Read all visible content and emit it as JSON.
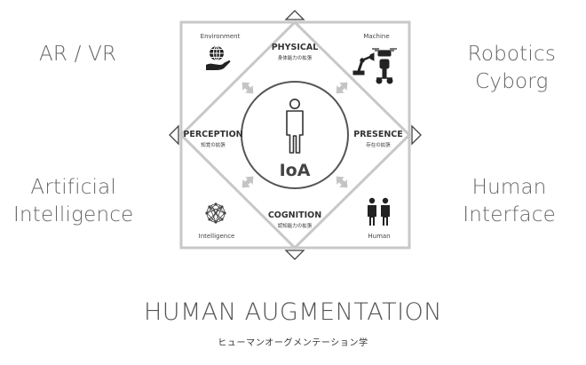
{
  "side_labels": {
    "top_left": [
      "AR / VR"
    ],
    "top_right": [
      "Robotics",
      "Cyborg"
    ],
    "bottom_left": [
      "Artificial",
      "Intelligence"
    ],
    "bottom_right": [
      "Human",
      "Interface"
    ]
  },
  "diagram": {
    "center_label": "IoA",
    "axes": {
      "physical": {
        "title": "PHYSICAL",
        "subtitle": "身体能力の拡張"
      },
      "presence": {
        "title": "PRESENCE",
        "subtitle": "存在の拡張"
      },
      "cognition": {
        "title": "COGNITION",
        "subtitle": "認知能力の拡張"
      },
      "perception": {
        "title": "PERCEPTION",
        "subtitle": "知覚の拡張"
      }
    },
    "corners": {
      "environment": "Environment",
      "machine": "Machine",
      "intelligence": "Intelligence",
      "human": "Human"
    },
    "icons": {
      "environment": "globe-in-hand-icon",
      "machine": "robot-arm-drone-icon",
      "intelligence": "neural-network-icon",
      "human": "two-people-icon",
      "center": "person-icon"
    },
    "colors": {
      "frame": "#c8c8c8",
      "text": "#333333",
      "arrow": "#c4c4c4",
      "circle": "#555555"
    }
  },
  "footer": {
    "title": "HUMAN AUGMENTATION",
    "subtitle": "ヒューマンオーグメンテーション学"
  }
}
